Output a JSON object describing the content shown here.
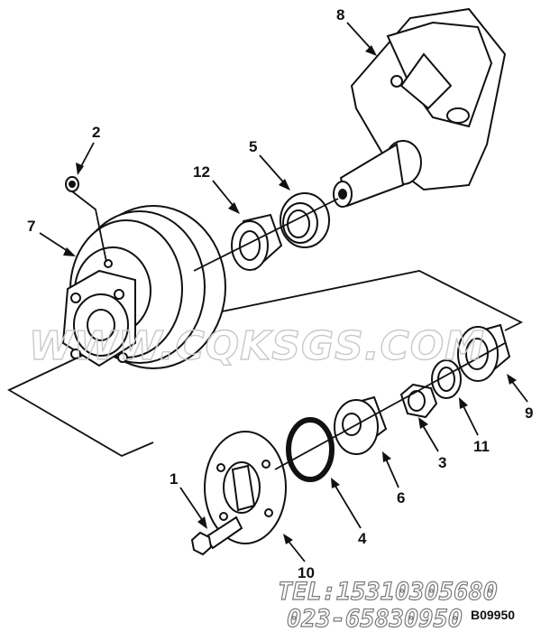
{
  "diagram": {
    "callouts": [
      {
        "id": "8",
        "label": "8"
      },
      {
        "id": "2",
        "label": "2"
      },
      {
        "id": "5",
        "label": "5"
      },
      {
        "id": "12",
        "label": "12"
      },
      {
        "id": "7",
        "label": "7"
      },
      {
        "id": "1",
        "label": "1"
      },
      {
        "id": "3",
        "label": "3"
      },
      {
        "id": "11",
        "label": "11"
      },
      {
        "id": "9",
        "label": "9"
      },
      {
        "id": "6",
        "label": "6"
      },
      {
        "id": "4",
        "label": "4"
      },
      {
        "id": "10",
        "label": "10"
      }
    ],
    "figure_code": "B09950"
  },
  "watermark": {
    "site": "WWW.CQKSGS.COM",
    "phone_line1": "TEL:15310305680",
    "phone_line2": "023-65830950"
  }
}
